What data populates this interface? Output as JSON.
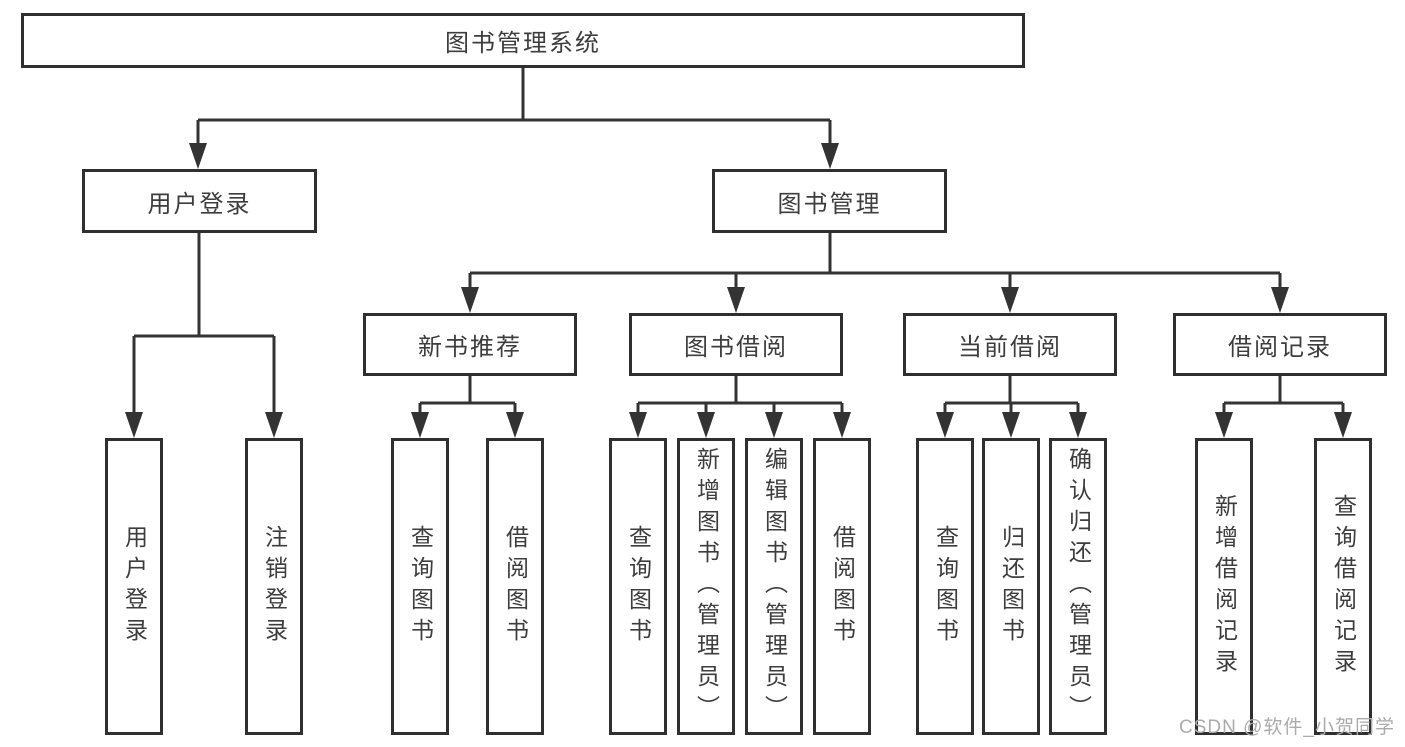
{
  "diagram": {
    "root": {
      "label": "图书管理系统"
    },
    "level2": [
      {
        "label": "用户登录"
      },
      {
        "label": "图书管理"
      }
    ],
    "level3": [
      {
        "parent": "图书管理",
        "label": "新书推荐"
      },
      {
        "parent": "图书管理",
        "label": "图书借阅"
      },
      {
        "parent": "图书管理",
        "label": "当前借阅"
      },
      {
        "parent": "图书管理",
        "label": "借阅记录"
      }
    ],
    "leaves": [
      {
        "parent": "用户登录",
        "label": "用户登录"
      },
      {
        "parent": "用户登录",
        "label": "注销登录"
      },
      {
        "parent": "新书推荐",
        "label": "查询图书"
      },
      {
        "parent": "新书推荐",
        "label": "借阅图书"
      },
      {
        "parent": "图书借阅",
        "label": "查询图书"
      },
      {
        "parent": "图书借阅",
        "label": "新增图书（管理员）"
      },
      {
        "parent": "图书借阅",
        "label": "编辑图书（管理员）"
      },
      {
        "parent": "图书借阅",
        "label": "借阅图书"
      },
      {
        "parent": "当前借阅",
        "label": "查询图书"
      },
      {
        "parent": "当前借阅",
        "label": "归还图书"
      },
      {
        "parent": "当前借阅",
        "label": "确认归还（管理员）"
      },
      {
        "parent": "借阅记录",
        "label": "新增借阅记录"
      },
      {
        "parent": "借阅记录",
        "label": "查询借阅记录"
      }
    ],
    "colors": {
      "line": "#333333",
      "border": "#2f2f2f",
      "text": "#3d3d3d",
      "background": "#ffffff"
    }
  },
  "watermark": {
    "text": "CSDN @软件_小贺同学",
    "color": "#ababab"
  }
}
